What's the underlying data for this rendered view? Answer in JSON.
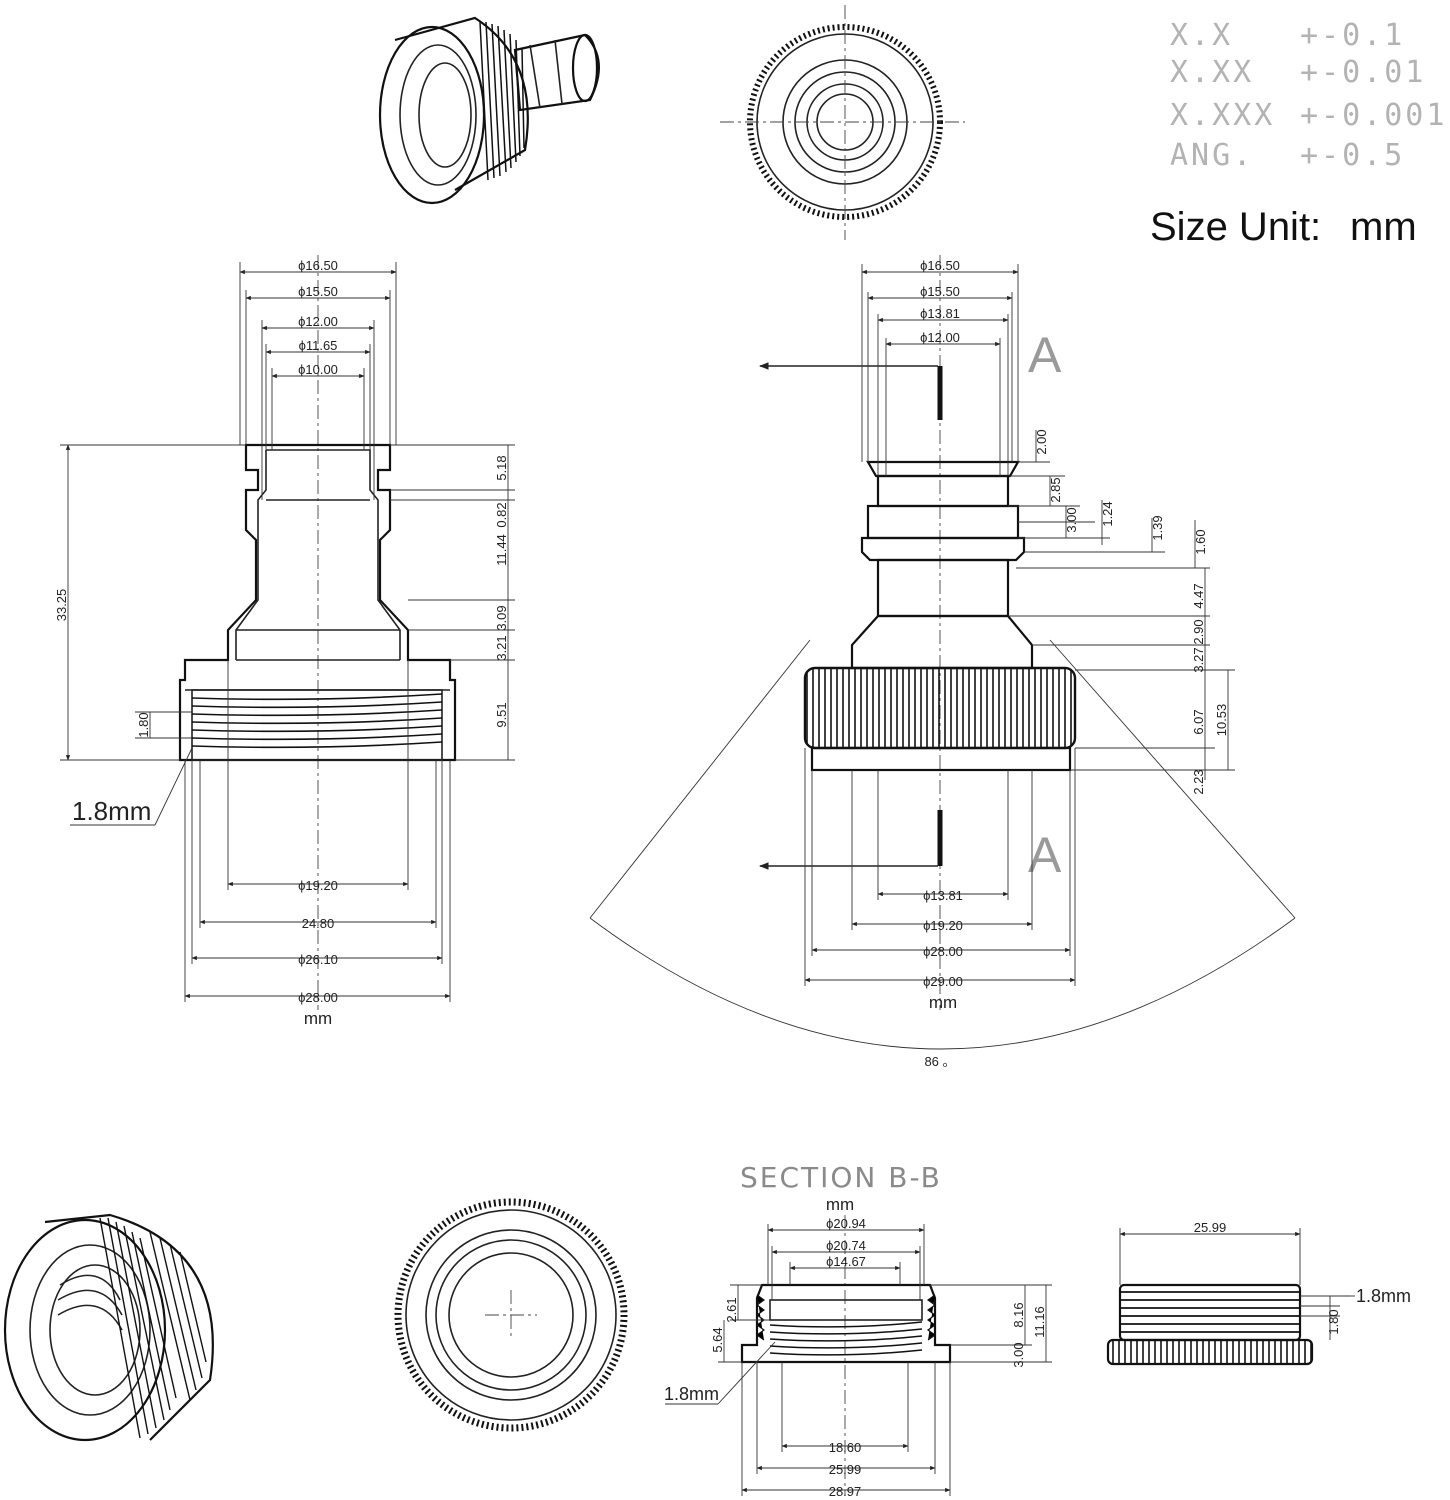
{
  "tolerances": [
    {
      "format": "X.X",
      "value": "+-0.1"
    },
    {
      "format": "X.XX",
      "value": "+-0.01"
    },
    {
      "format": "X.XXX",
      "value": "+-0.001"
    },
    {
      "format": "ANG.",
      "value": "+-0.5"
    }
  ],
  "size_unit": {
    "label": "Size Unit:",
    "value": "mm"
  },
  "view1": {
    "diameters": [
      "ϕ16.50",
      "ϕ15.50",
      "ϕ12.00",
      "ϕ11.65",
      "ϕ10.00"
    ],
    "bottom_dims": [
      "ϕ19.20",
      "24.80",
      "ϕ26.10",
      "ϕ28.00"
    ],
    "unit": "mm",
    "overall_height": "33.25",
    "right_dims": [
      "5.18",
      "0.82",
      "11.44",
      "3.09",
      "3.21",
      "9.51"
    ],
    "pitch_dim": "1.80",
    "thread_label": "1.8mm"
  },
  "view2": {
    "diameters": [
      "ϕ16.50",
      "ϕ15.50",
      "ϕ13.81",
      "ϕ12.00"
    ],
    "section_letters": [
      "A",
      "A"
    ],
    "right_dims": [
      "2.00",
      "2.85",
      "3.00",
      "1.24",
      "1.39",
      "1.60",
      "4.47",
      "2.90",
      "3.27",
      "6.07",
      "10.53",
      "2.23"
    ],
    "bottom_dims": [
      "ϕ13.81",
      "ϕ19.20",
      "ϕ28.00",
      "ϕ29.00"
    ],
    "unit": "mm",
    "angle": "86 。"
  },
  "view3": {
    "title": "SECTION B-B",
    "unit": "mm",
    "top_dims": [
      "ϕ20.94",
      "ϕ20.74",
      "ϕ14.67"
    ],
    "left_dims": [
      "2.61",
      "5.64"
    ],
    "right_dims": [
      "8.16",
      "3.00",
      "11.16"
    ],
    "bottom_dims": [
      "18.60",
      "25.99",
      "28.97"
    ],
    "thread_label": "1.8mm"
  },
  "view4": {
    "top_dim": "25.99",
    "thread_label": "1.8mm",
    "pitch_dim": "1.80"
  }
}
